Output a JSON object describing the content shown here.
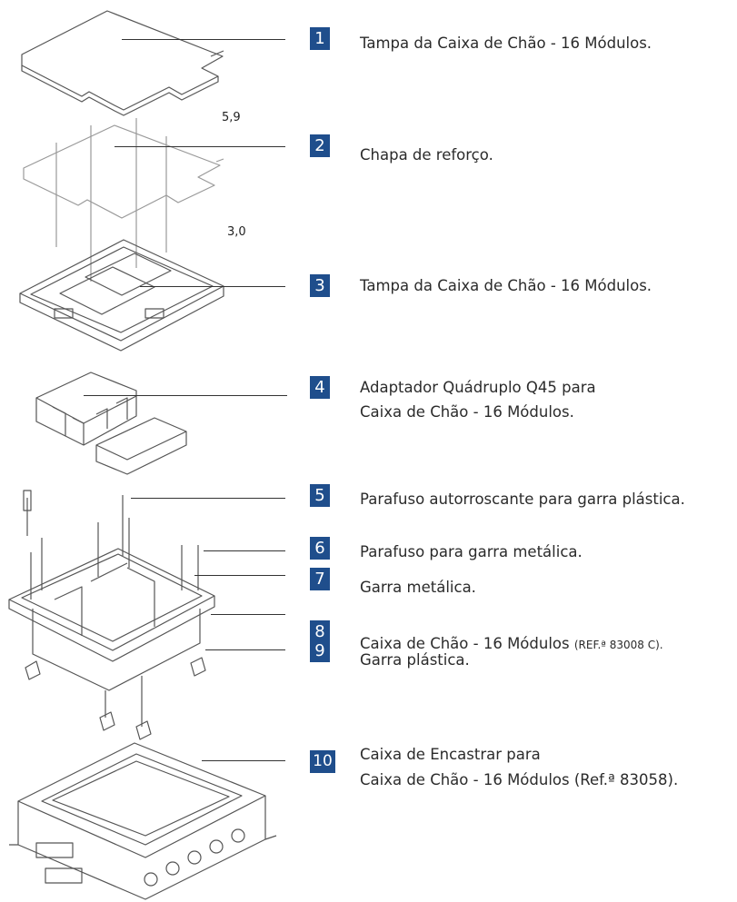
{
  "dimensions": {
    "d1": "5,9",
    "d2": "3,0"
  },
  "parts": [
    {
      "number": "1",
      "label": "Tampa da Caixa de Chão - 16 Módulos."
    },
    {
      "number": "2",
      "label": "Chapa de reforço."
    },
    {
      "number": "3",
      "label": "Tampa da Caixa de Chão - 16 Módulos."
    },
    {
      "number": "4",
      "label_line1": "Adaptador Quádruplo Q45 para",
      "label_line2": "Caixa de Chão - 16 Módulos."
    },
    {
      "number": "5",
      "label": "Parafuso autorroscante para garra plástica."
    },
    {
      "number": "6",
      "label": "Parafuso para garra metálica."
    },
    {
      "number": "7",
      "label": "Garra metálica."
    },
    {
      "number": "8",
      "label": "Caixa de Chão - 16 Módulos",
      "ref": "(REF.ª 83008 C)."
    },
    {
      "number": "9",
      "label": "Garra plástica."
    },
    {
      "number": "10",
      "label_line1": "Caixa de Encastrar para",
      "label_line2": "Caixa de Chão - 16 Módulos (Ref.ª 83058)."
    }
  ],
  "colors": {
    "badge": "#1f4e8c",
    "line": "#333333"
  }
}
